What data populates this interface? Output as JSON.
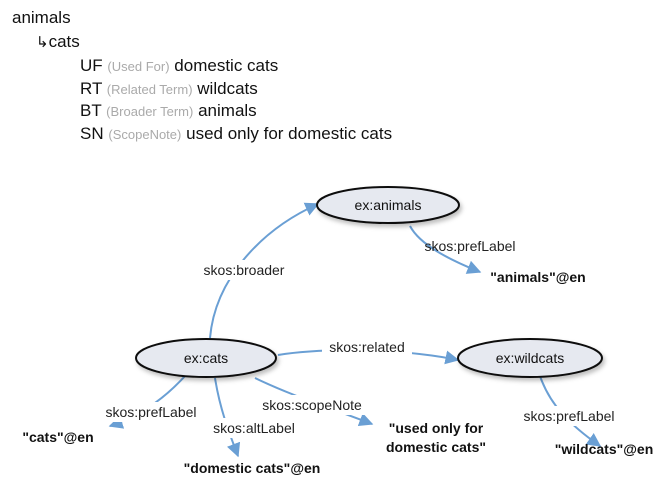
{
  "thesaurus": {
    "root": "animals",
    "child_hook": "↳",
    "child": "cats",
    "relations": [
      {
        "code": "UF",
        "name": "Used For",
        "value": "domestic cats"
      },
      {
        "code": "RT",
        "name": "Related Term",
        "value": "wildcats"
      },
      {
        "code": "BT",
        "name": "Broader Term",
        "value": "animals"
      },
      {
        "code": "SN",
        "name": "ScopeNote",
        "value": "used only for domestic cats"
      }
    ]
  },
  "diagram": {
    "nodes": {
      "animals": "ex:animals",
      "cats": "ex:cats",
      "wildcats": "ex:wildcats"
    },
    "edges": {
      "broader": "skos:broader",
      "animals_preflabel": "skos:prefLabel",
      "related": "skos:related",
      "cats_preflabel": "skos:prefLabel",
      "altlabel": "skos:altLabel",
      "scopenote": "skos:scopeNote",
      "wildcats_preflabel": "skos:prefLabel"
    },
    "literals": {
      "animals": "\"animals\"@en",
      "cats": "\"cats\"@en",
      "domestic_cats": "\"domestic cats\"@en",
      "scopenote_line1": "\"used only for",
      "scopenote_line2": "domestic cats\"",
      "wildcats": "\"wildcats\"@en"
    },
    "colors": {
      "node_fill": "#e6e9f0",
      "node_stroke": "#111111",
      "edge": "#6a9fd4"
    }
  }
}
